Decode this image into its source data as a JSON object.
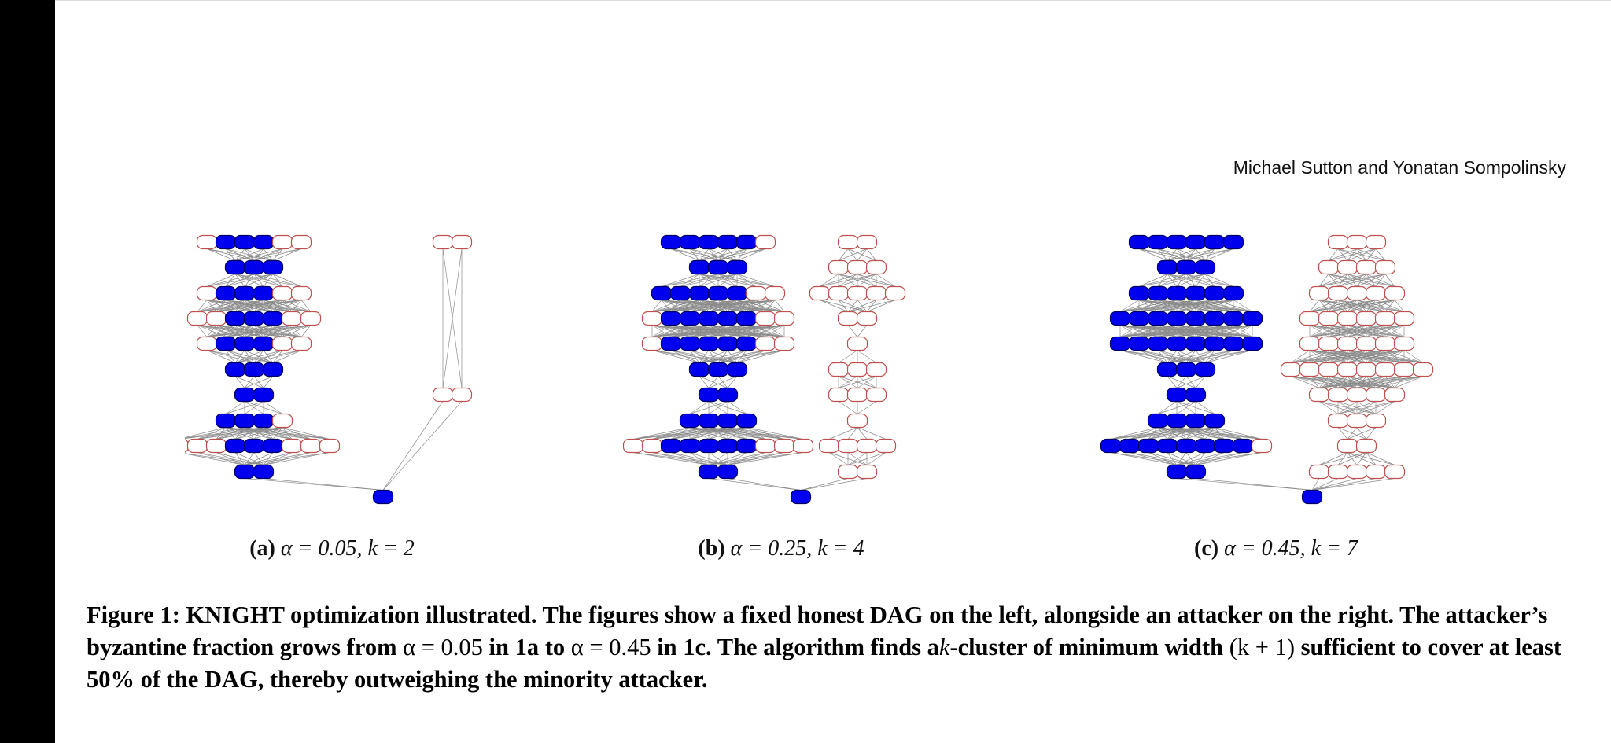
{
  "header": {
    "authors": "Michael Sutton and Yonatan Sompolinsky"
  },
  "figure": {
    "panels": [
      {
        "label": "(a)",
        "alpha_text": "α = 0.05,",
        "k_text": "k = 2",
        "alpha": 0.05,
        "k": 2
      },
      {
        "label": "(b)",
        "alpha_text": "α = 0.25,",
        "k_text": "k = 4",
        "alpha": 0.25,
        "k": 4
      },
      {
        "label": "(c)",
        "alpha_text": "α = 0.45,",
        "k_text": "k = 7",
        "alpha": 0.45,
        "k": 7
      }
    ],
    "caption": {
      "line1": "Figure 1: KNIGHT optimization illustrated. The figures show a fixed honest DAG on the left, alongside an attacker on the right.",
      "line2a": "The attacker’s byzantine fraction grows from",
      "m1": "α = 0.05",
      "line2b": "in 1a to",
      "m2": "α = 0.45",
      "line2c": "in 1c. The algorithm finds a",
      "m3": "k",
      "line2d": "-cluster of minimum width",
      "m4": "(k + 1)",
      "line3": "sufficient to cover at least 50% of the DAG, thereby outweighing the minority attacker."
    }
  },
  "colors": {
    "blue_node_fill": "#0000ee",
    "blue_node_stroke": "#000066",
    "red_node_stroke": "#c0504d",
    "edge": "#8a8a8a"
  }
}
